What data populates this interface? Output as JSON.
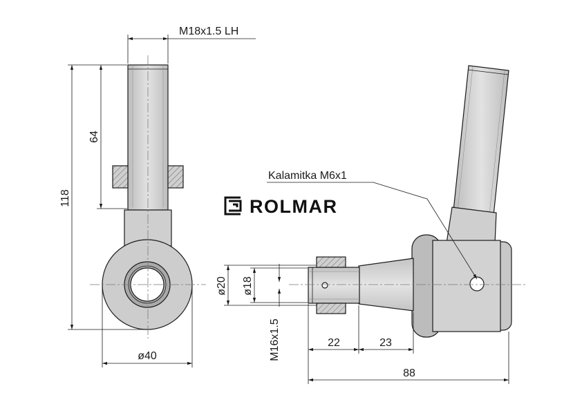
{
  "brand": {
    "name": "ROLMAR",
    "logo_icon": "rolmar-logo-icon",
    "color": "#111111"
  },
  "dimensions": {
    "thread_main": "M18x1.5 LH",
    "length_total": "118",
    "length_thread": "64",
    "eye_diameter": "ø40",
    "grease_nipple": "Kalamitka M6x1",
    "diameter_20": "ø20",
    "diameter_18": "ø18",
    "thread_pin": "M16x1.5",
    "length_22": "22",
    "length_23": "23",
    "length_88": "88"
  },
  "colors": {
    "part_fill": "#d7d7d7",
    "part_dark": "#bcbcbc",
    "outline": "#1a1a1a",
    "centerline": "#7a7a7a"
  }
}
